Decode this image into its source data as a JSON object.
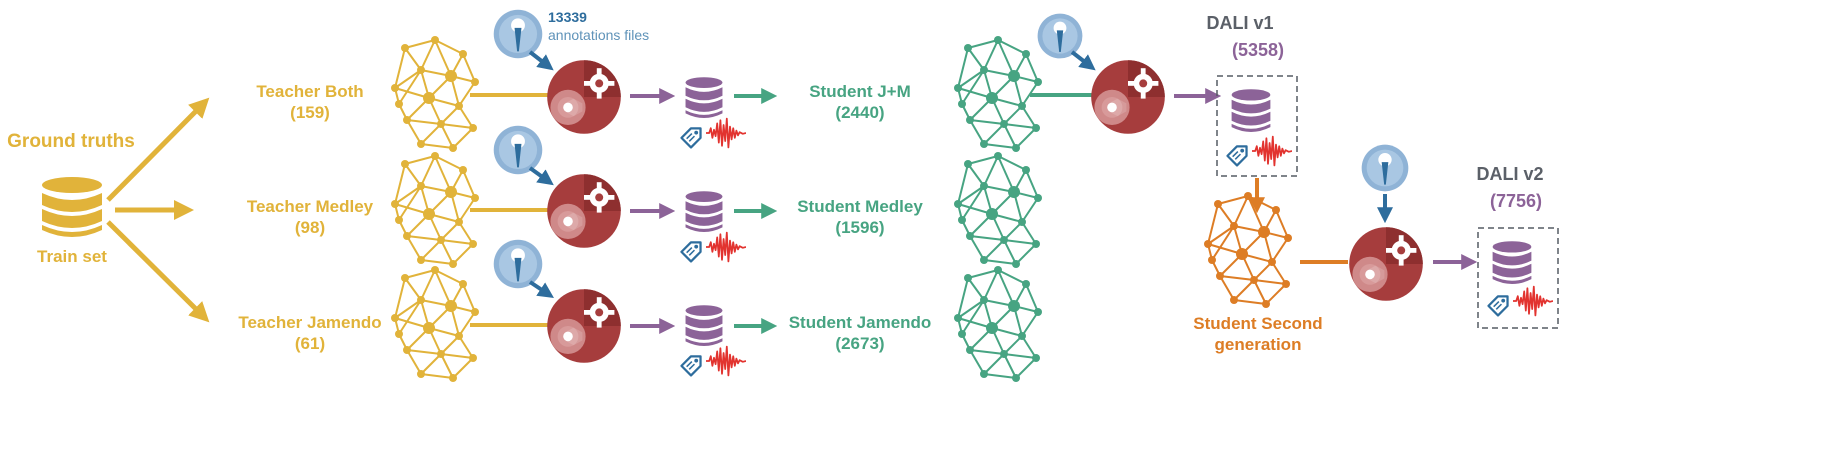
{
  "ground_truths": {
    "title": "Ground truths",
    "train_set": "Train set"
  },
  "annotations": {
    "count": "13339",
    "label": "annotations files"
  },
  "teachers": [
    {
      "name": "Teacher Both",
      "count": "(159)"
    },
    {
      "name": "Teacher Medley",
      "count": "(98)"
    },
    {
      "name": "Teacher Jamendo",
      "count": "(61)"
    }
  ],
  "students": [
    {
      "name": "Student J+M",
      "count": "(2440)"
    },
    {
      "name": "Student Medley",
      "count": "(1596)"
    },
    {
      "name": "Student Jamendo",
      "count": "(2673)"
    }
  ],
  "dali_v1": {
    "title": "DALI v1",
    "count": "(5358)"
  },
  "dali_v2": {
    "title": "DALI v2",
    "count": "(7756)"
  },
  "second_generation": {
    "line1": "Student Second",
    "line2": "generation"
  },
  "colors": {
    "teacher": "#e1b33a",
    "student": "#47a482",
    "second_generation": "#dd7d25",
    "database": "#8c6398",
    "arrow_purple": "#8c6398",
    "pin": "#2e6d9d",
    "gear": "#a63d3d",
    "audio_wave": "#e2332f"
  },
  "icons": [
    "database-icon",
    "network-icon",
    "gear-icon",
    "pin-icon",
    "tag-icon",
    "audio-wave-icon"
  ]
}
